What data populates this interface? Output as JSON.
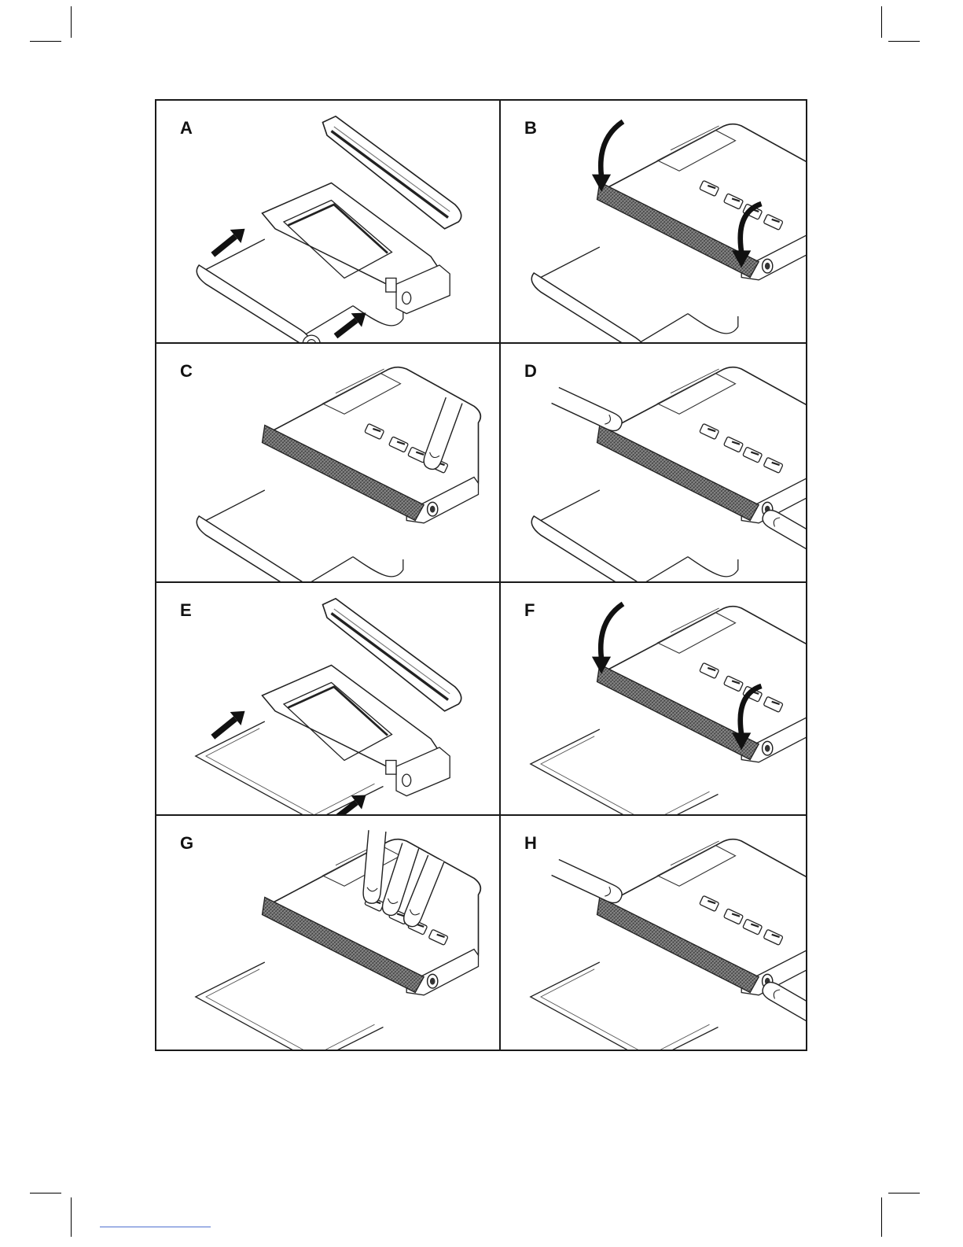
{
  "panels": [
    {
      "label": "A",
      "state": "lid-open",
      "bag": "roll",
      "arrows": "insert",
      "finger": null
    },
    {
      "label": "B",
      "state": "lid-closed",
      "bag": "roll",
      "arrows": "close",
      "finger": null
    },
    {
      "label": "C",
      "state": "lid-closed",
      "bag": "roll",
      "arrows": null,
      "finger": "button"
    },
    {
      "label": "D",
      "state": "lid-closed",
      "bag": "roll",
      "arrows": null,
      "finger": "side-release"
    },
    {
      "label": "E",
      "state": "lid-open",
      "bag": "sheet",
      "arrows": "insert",
      "finger": null
    },
    {
      "label": "F",
      "state": "lid-closed",
      "bag": "sheet",
      "arrows": "close",
      "finger": null
    },
    {
      "label": "G",
      "state": "lid-closed",
      "bag": "sheet",
      "arrows": null,
      "finger": "two-buttons"
    },
    {
      "label": "H",
      "state": "lid-closed",
      "bag": "sheet",
      "arrows": null,
      "finger": "side-release"
    }
  ]
}
